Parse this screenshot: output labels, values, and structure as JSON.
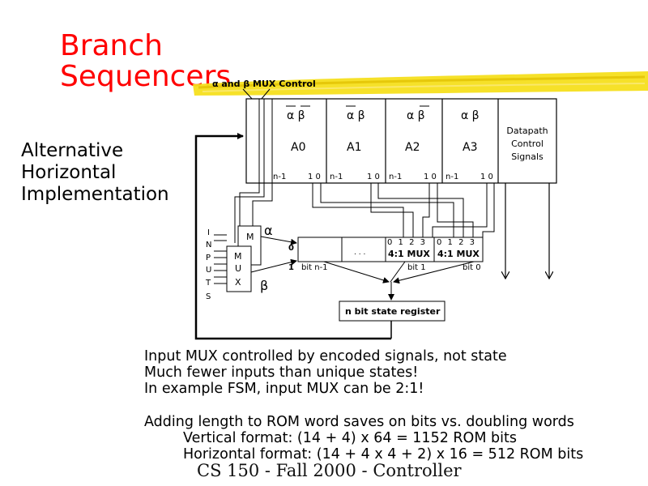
{
  "slide": {
    "title": "Branch Sequencers",
    "subtitle_lines": [
      "Alternative",
      "Horizontal",
      "Implementation"
    ],
    "footer": "CS 150 - Fall 2000 - Controller"
  },
  "diagram": {
    "mux_control_label": "α and β MUX Control",
    "fields": [
      {
        "sel": "α β",
        "name": "A0",
        "bits_left": "n-1",
        "bits_right": "1 0"
      },
      {
        "sel": "α β",
        "name": "A1",
        "bits_left": "n-1",
        "bits_right": "1 0"
      },
      {
        "sel": "α β",
        "name": "A2",
        "bits_left": "n-1",
        "bits_right": "1 0"
      },
      {
        "sel": "α β",
        "name": "A3",
        "bits_left": "n-1",
        "bits_right": "1 0"
      }
    ],
    "datapath": [
      "Datapath",
      "Control",
      "Signals"
    ],
    "inputs_letters": [
      "I",
      "N",
      "P",
      "U",
      "T",
      "S"
    ],
    "mux_letters": [
      "M",
      "U",
      "X"
    ],
    "alpha": "α",
    "beta": "β",
    "mux_numbers": "0 1 2 3",
    "mux_label": "4:1 MUX",
    "sel_zero": "0",
    "sel_one": "1",
    "bit_n1": "bit n-1",
    "bit_1": "bit 1",
    "bit_0": "bit 0",
    "dots": ". . .",
    "state_register": "n bit state register"
  },
  "notes": [
    "Input MUX controlled by encoded signals, not state",
    "Much fewer inputs than unique states!",
    "In example FSM, input MUX can be 2:1!",
    "",
    "Adding length to ROM word saves on bits vs. doubling words",
    "Vertical format: (14 + 4) x 64 = 1152 ROM bits",
    "Horizontal format: (14 + 4 x 4 + 2) x 16 = 512 ROM bits"
  ]
}
